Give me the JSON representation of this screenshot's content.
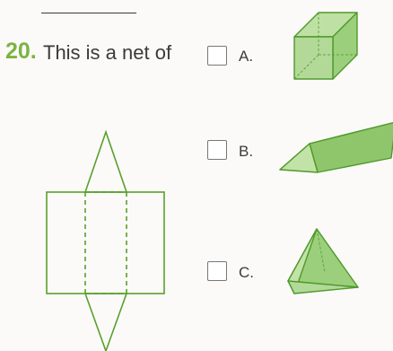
{
  "question": {
    "number": "20.",
    "text": "This is a net of",
    "accent_color": "#7cb342"
  },
  "options": [
    {
      "label": "A.",
      "shape": "cube-icon"
    },
    {
      "label": "B.",
      "shape": "triangular-prism-icon"
    },
    {
      "label": "C.",
      "shape": "pyramid-icon"
    }
  ],
  "net": {
    "shape": "triangular-prism-net",
    "line_color": "#5aa02c"
  }
}
